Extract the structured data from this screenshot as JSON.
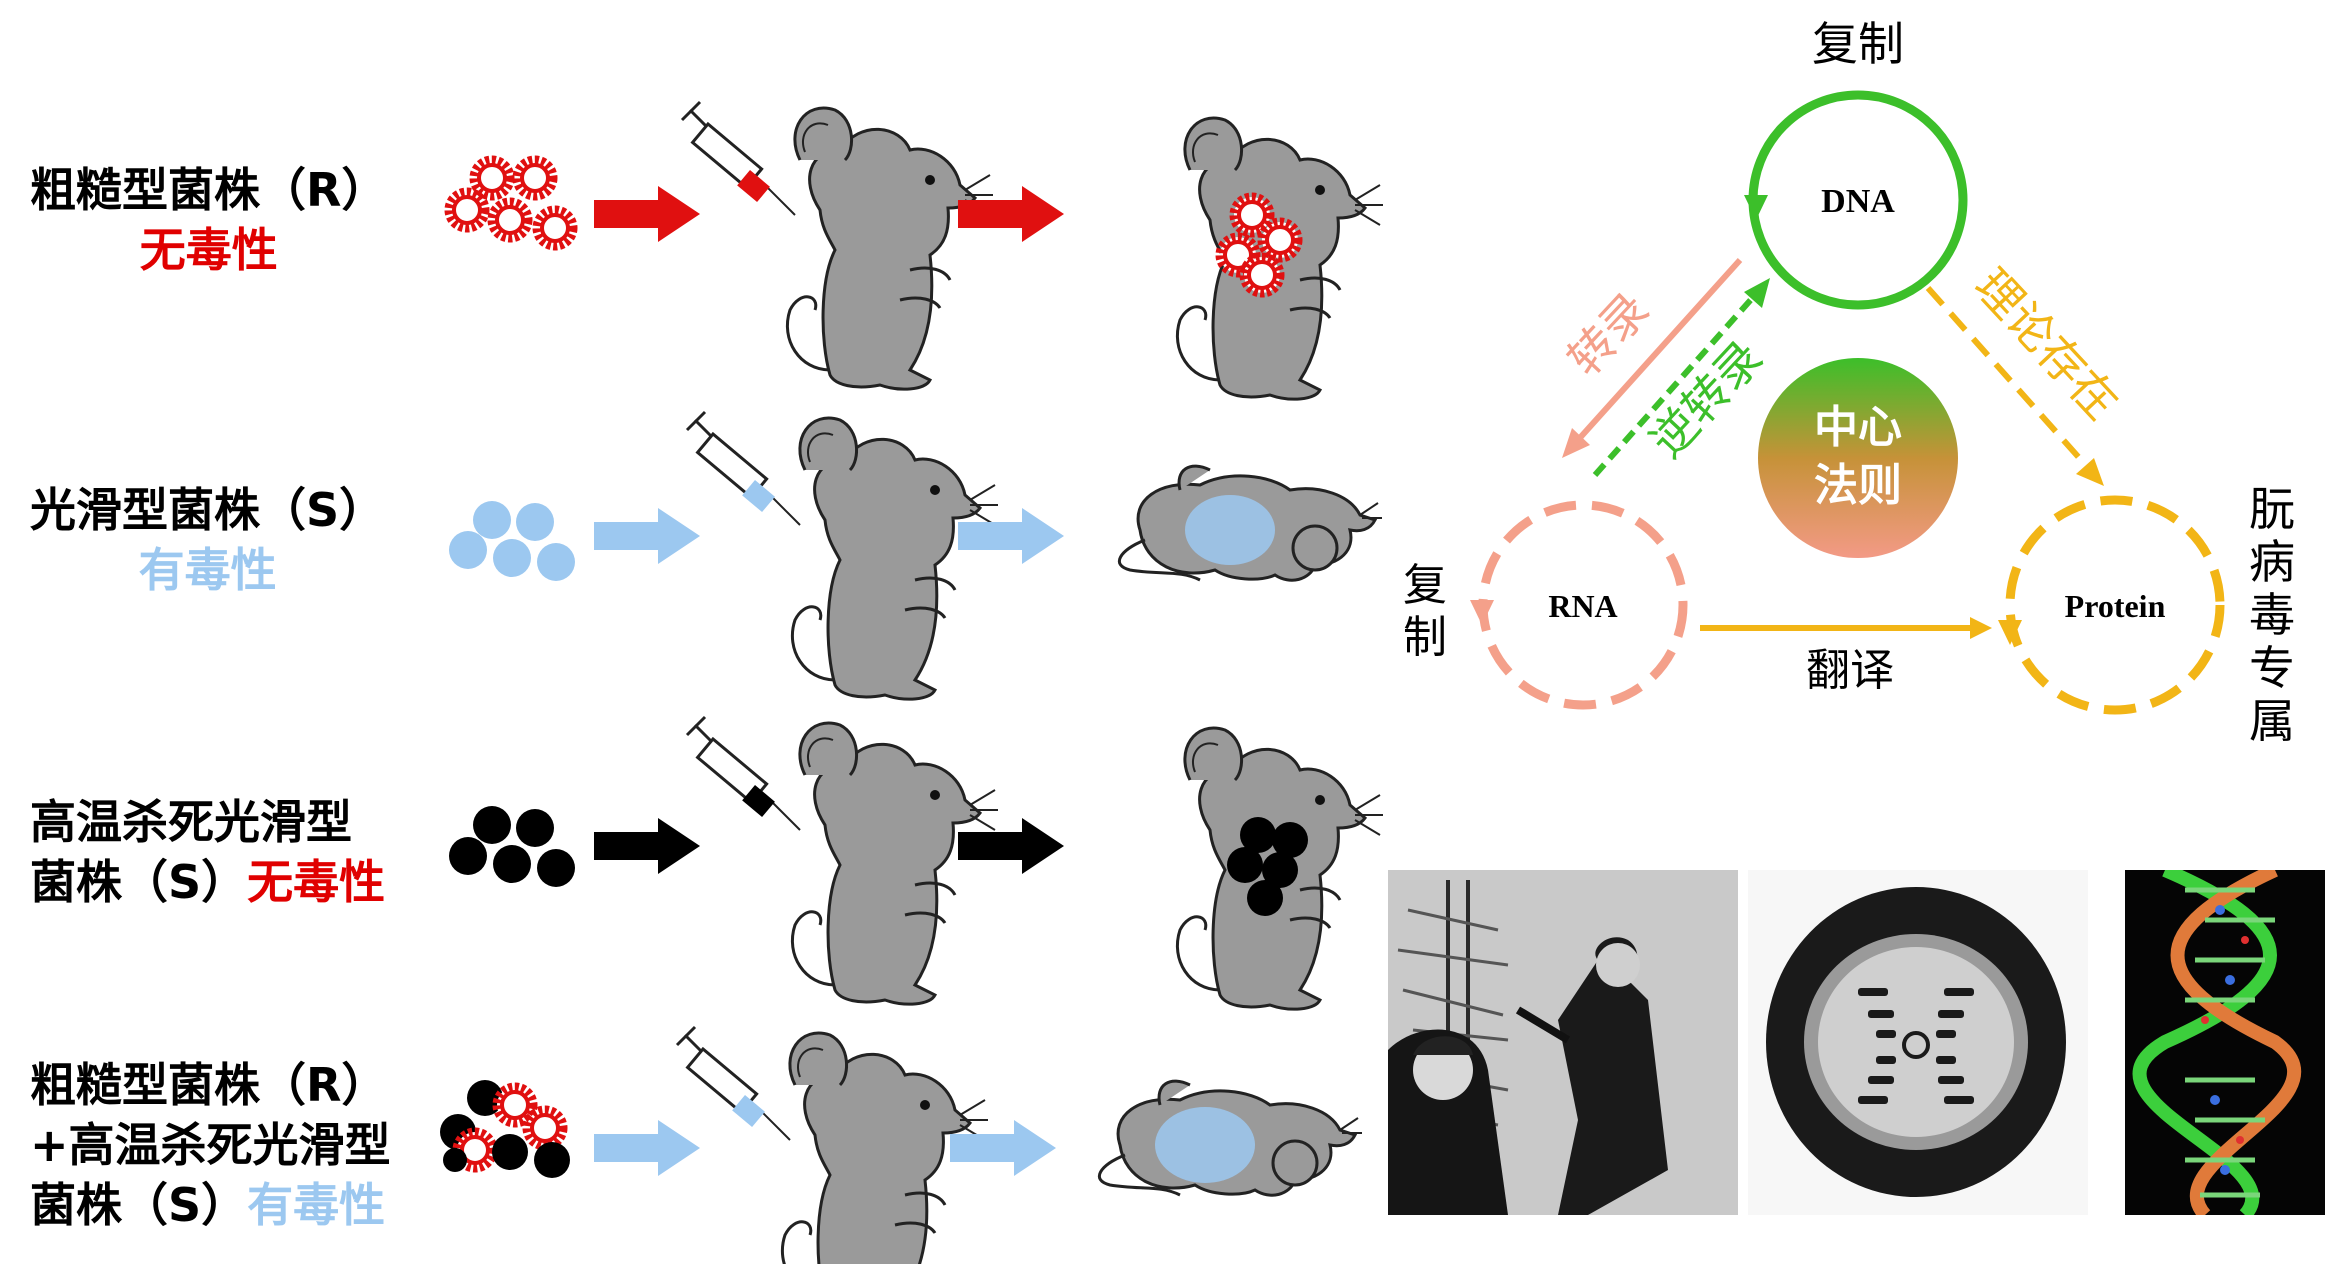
{
  "griffith": {
    "rows": [
      {
        "line1": "粗糙型菌株（R）",
        "line2": "无毒性",
        "line2_color": "#e00000"
      },
      {
        "line1": "光滑型菌株（S）",
        "line2": "有毒性",
        "line2_color": "#9cc8f0"
      },
      {
        "line1": "高温杀死光滑型",
        "line2_prefix": "菌株（S）",
        "line2": "无毒性",
        "line2_color": "#e00000"
      },
      {
        "line1": "粗糙型菌株（R）",
        "line1b": "+高温杀死光滑型",
        "line2_prefix": "菌株（S）",
        "line2": "有毒性",
        "line2_color": "#9cc8f0"
      }
    ],
    "colors": {
      "rough": "#e01010",
      "smooth": "#9cc8f0",
      "dead": "#000000"
    }
  },
  "central_dogma": {
    "top_label": "复制",
    "dna": "DNA",
    "rna": "RNA",
    "protein": "Protein",
    "center": [
      "中心",
      "法则"
    ],
    "transcription": "转录",
    "reverse_transcription": "逆转录",
    "theoretical": "理论存在",
    "rna_replication": [
      "复",
      "制"
    ],
    "translation": "翻译",
    "prion_only": [
      "朊",
      "病",
      "毒",
      "专",
      "属"
    ],
    "colors": {
      "dna": "#3cbf2a",
      "rna": "#f4a08a",
      "protein": "#f2b516",
      "reverse": "#3cbf2a"
    }
  }
}
